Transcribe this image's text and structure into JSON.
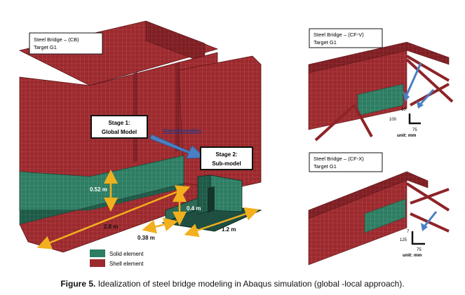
{
  "main_panel": {
    "title_line1": "Steel Bridge – (CB)",
    "title_line2": "Target G1",
    "stage1_line1": "Stage 1:",
    "stage1_line2": "Global Model",
    "transformation": "Transformation",
    "stage2_line1": "Stage 2:",
    "stage2_line2": "Sub-model",
    "dim_052": "0.52 m",
    "dim_04": "0.4 m",
    "dim_28": "2.8 m",
    "dim_038": "0.38 m",
    "dim_12": "1.2 m"
  },
  "legend": {
    "solid_label": "Solid element",
    "shell_label": "Shell element",
    "solid_color": "#2e7d63",
    "shell_color": "#9b2a2e"
  },
  "panel_cfv": {
    "title_line1": "Steel Bridge – (CF-V)",
    "title_line2": "Target G1",
    "dim_10": "10",
    "dim_100": "100",
    "dim_75": "75",
    "unit": "unit: mm"
  },
  "panel_cfx": {
    "title_line1": "Steel Bridge – (CF-X)",
    "title_line2": "Target G1",
    "dim_7": "7",
    "dim_125": "125",
    "dim_75": "75",
    "unit": "unit: mm"
  },
  "caption": {
    "label": "Figure 5.",
    "text": "Idealization of steel bridge modeling in Abaqus simulation (global -local approach)."
  }
}
